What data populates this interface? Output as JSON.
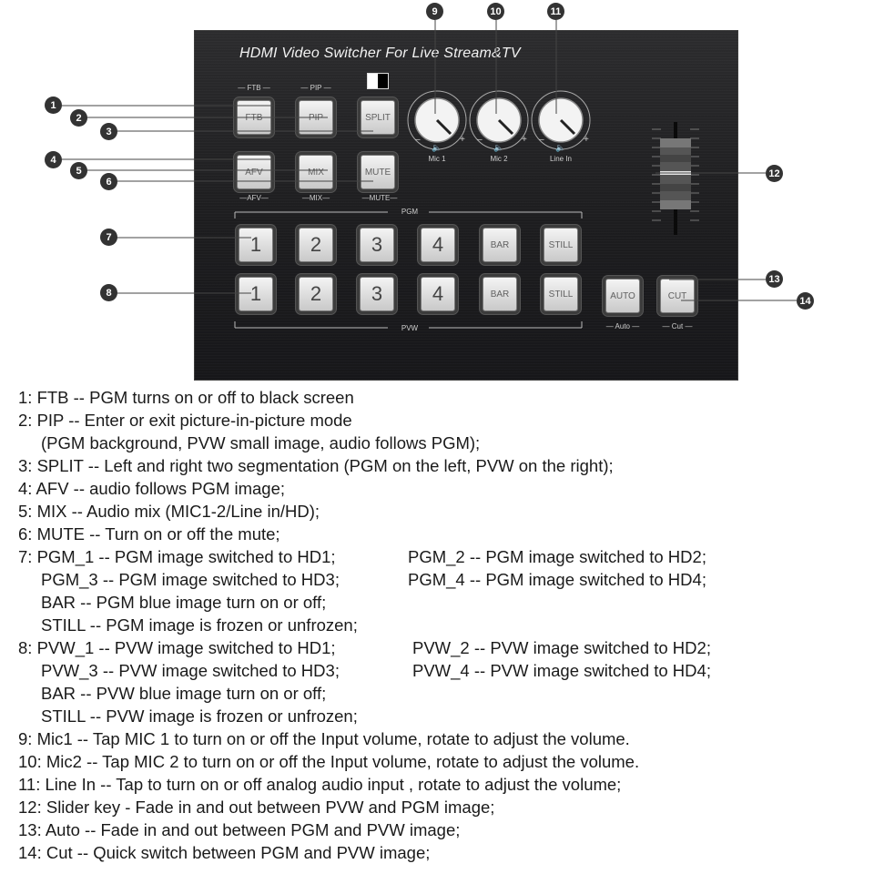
{
  "device": {
    "title": "HDMI Video Switcher For Live Stream&TV",
    "top_labels": {
      "ftb": "FTB",
      "pip": "PIP"
    },
    "buttons_row1": [
      "FTB",
      "PIP",
      "SPLIT"
    ],
    "buttons_row2": [
      "AFV",
      "MIX",
      "MUTE"
    ],
    "bottom_labels": {
      "afv": "AFV",
      "mix": "MIX",
      "mute": "MUTE"
    },
    "knobs": [
      "Mic 1",
      "Mic 2",
      "Line In"
    ],
    "knob_minus": "–",
    "knob_plus": "+",
    "pgm_label": "PGM",
    "pvw_label": "PVW",
    "pgm_buttons": [
      "1",
      "2",
      "3",
      "4",
      "BAR",
      "STILL"
    ],
    "pvw_buttons": [
      "1",
      "2",
      "3",
      "4",
      "BAR",
      "STILL"
    ],
    "transition_buttons": [
      "AUTO",
      "CUT"
    ],
    "transition_labels": [
      "Auto",
      "Cut"
    ]
  },
  "callouts": [
    "1",
    "2",
    "3",
    "4",
    "5",
    "6",
    "7",
    "8",
    "9",
    "10",
    "11",
    "12",
    "13",
    "14"
  ],
  "legend": [
    "1: FTB -- PGM turns on or off to black screen",
    "2: PIP -- Enter or exit picture-in-picture mode",
    "(PGM background, PVW small image, audio follows PGM);",
    "3: SPLIT -- Left and right two segmentation (PGM on the left, PVW on the right);",
    "4: AFV -- audio follows PGM image;",
    "5: MIX -- Audio mix (MIC1-2/Line in/HD);",
    "6: MUTE -- Turn on or off the mute;",
    "7: PGM_1 -- PGM image switched to HD1;",
    "PGM_2 -- PGM image switched to HD2;",
    "PGM_3 -- PGM image switched to HD3;",
    "PGM_4 -- PGM image switched to HD4;",
    "BAR -- PGM blue image turn on or off;",
    "STILL -- PGM image is frozen or unfrozen;",
    "8: PVW_1 -- PVW image switched to HD1;",
    "PVW_2 -- PVW image switched to HD2;",
    "PVW_3 -- PVW image switched to HD3;",
    "PVW_4 -- PVW image switched to HD4;",
    "BAR -- PVW blue image turn on or off;",
    "STILL -- PVW image is frozen or unfrozen;",
    "9: Mic1 -- Tap MIC 1 to turn on or off the Input volume, rotate to adjust the volume.",
    "10: Mic2 -- Tap MIC 2 to turn on or off the Input volume, rotate to adjust the volume.",
    "11: Line In -- Tap to turn on or off analog audio input , rotate to adjust the volume;",
    "12: Slider key - Fade in and out between PVW and PGM image;",
    "13: Auto -- Fade in and out between PGM and PVW image;",
    "14: Cut -- Quick switch between PGM and PVW image;"
  ]
}
